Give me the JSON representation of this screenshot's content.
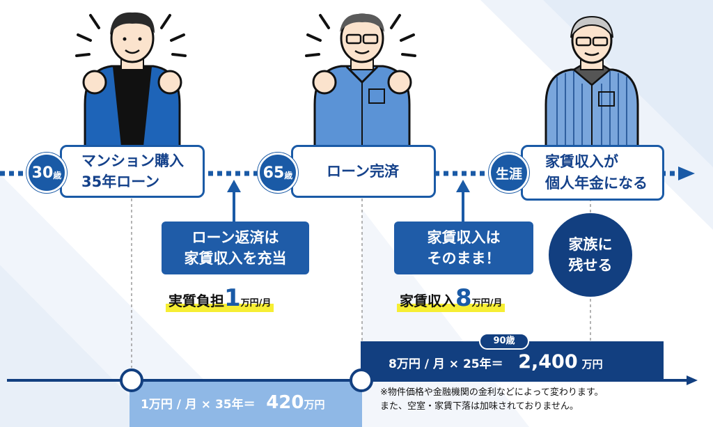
{
  "stages": [
    {
      "age_num": "30",
      "age_unit": "歳",
      "line1": "マンション購入",
      "line2": "35年ローン"
    },
    {
      "age_num": "65",
      "age_unit": "歳",
      "line1": "ローン完済"
    },
    {
      "age_label": "生涯",
      "line1": "家賃収入が",
      "line2": "個人年金になる"
    }
  ],
  "callouts": {
    "repay": {
      "line1": "ローン返済は",
      "line2": "家賃収入を充当"
    },
    "rent": {
      "line1": "家賃収入は",
      "line2": "そのまま！"
    },
    "family": {
      "line1": "家族に",
      "line2": "残せる"
    }
  },
  "highlights": {
    "burden": {
      "label": "実質負担",
      "value": "1",
      "unit": "万円/月"
    },
    "income": {
      "label": "家賃収入",
      "value": "8",
      "unit": "万円/月"
    }
  },
  "totals": {
    "first": {
      "formula": "1万円 / 月 × 35年＝",
      "amount": "420",
      "unit": "万円"
    },
    "second": {
      "badge": "90歳",
      "formula": "8万円 / 月 × 25年＝",
      "amount": "2,400",
      "unit": "万円"
    }
  },
  "note": {
    "line1": "※物件価格や金融機関の金利などによって変わります。",
    "line2": "また、空室・家賃下落は加味されておりません。"
  },
  "colors": {
    "navy": "#123f80",
    "blue": "#1a5aa6",
    "light_blue": "#8fb8e6",
    "highlight": "#f6ee33"
  }
}
